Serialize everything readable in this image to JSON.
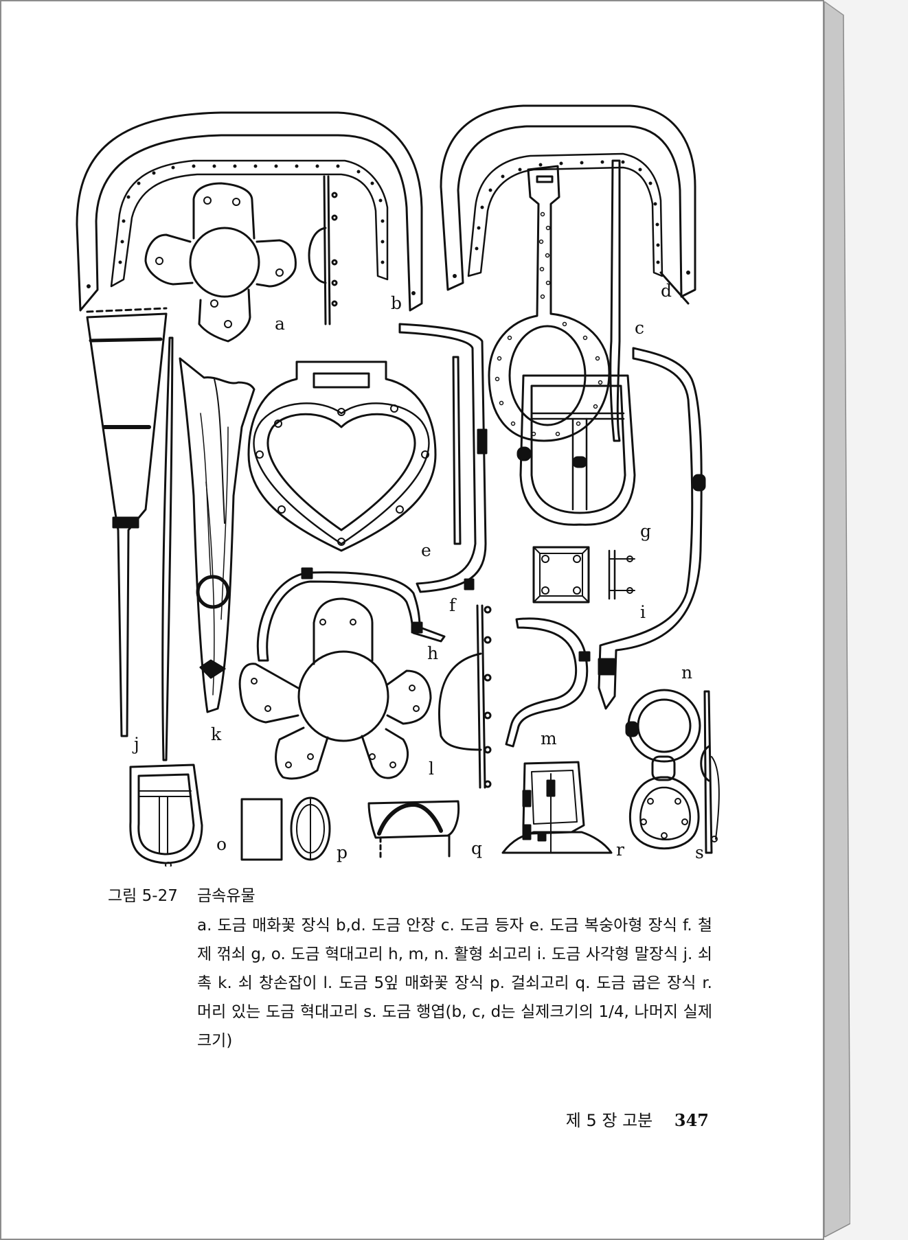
{
  "figure": {
    "number": "그림 5-27",
    "title": "금속유물",
    "description": "a. 도금 매화꽃 장식 b,d. 도금 안장 c. 도금 등자 e. 도금 복숭아형 장식 f. 철제 꺾쇠 g, o. 도금 혁대고리 h, m, n. 활형 쇠고리 i. 도금 사각형 말장식 j. 쇠촉 k. 쇠 창손잡이 l. 도금 5잎 매화꽃 장식 p. 걸쇠고리 q. 도금 굽은 장식 r. 머리 있는 도금 혁대고리 s. 도금 행엽(b, c, d는 실제크기의 1/4, 나머지 실제크기)"
  },
  "labels": {
    "a": "a",
    "b": "b",
    "c": "c",
    "d": "d",
    "e": "e",
    "f": "f",
    "g": "g",
    "h": "h",
    "i": "i",
    "j": "j",
    "k": "k",
    "l": "l",
    "m": "m",
    "n": "n",
    "o": "o",
    "p": "p",
    "q": "q",
    "r": "r",
    "s": "s"
  },
  "footer": {
    "chapter": "제 5 장  고분",
    "page": "347"
  },
  "colors": {
    "ink": "#111111",
    "paper": "#ffffff",
    "page_edge": "#c8c8c8"
  }
}
